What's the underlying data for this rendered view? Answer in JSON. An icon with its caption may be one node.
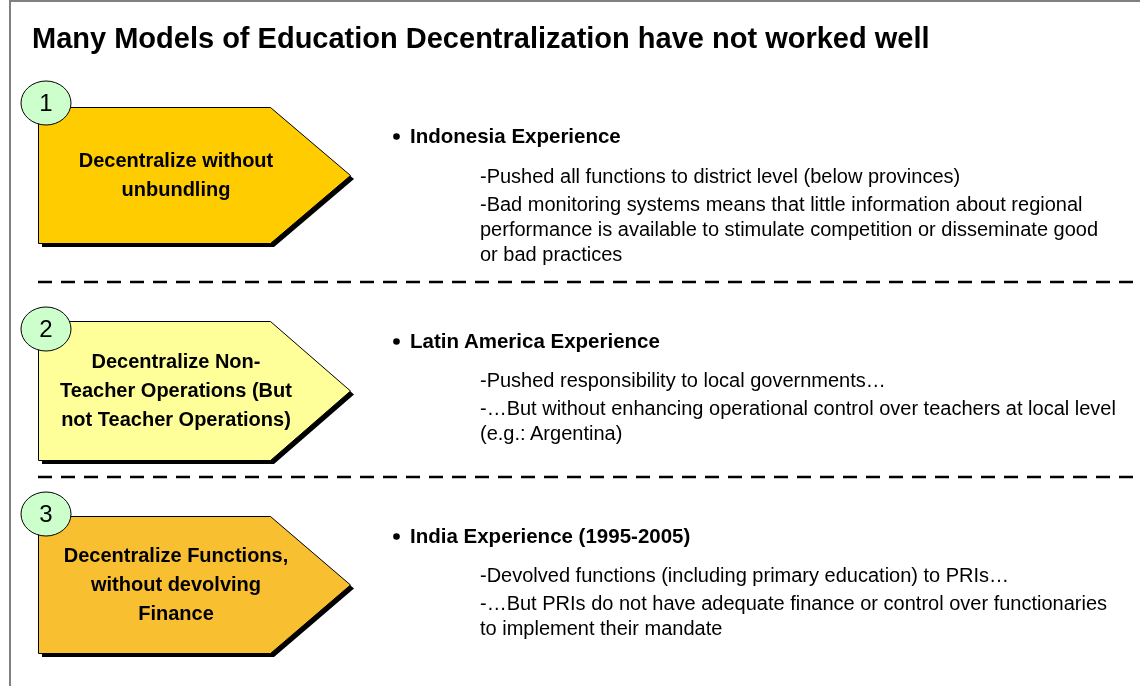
{
  "diagram": {
    "title": "Many Models of Education Decentralization have not worked well",
    "nodes": [
      {
        "text": [
          "1"
        ]
      },
      {
        "text": [
          "Decentralize without unbundling"
        ]
      },
      {
        "text": [
          "2"
        ]
      },
      {
        "text": [
          "Decentralize Non-Teacher Operations (But not Teacher Operations)"
        ]
      },
      {
        "text": [
          "3"
        ]
      },
      {
        "text": [
          "Decentralize Functions, without devolving Finance"
        ]
      }
    ],
    "labels": [
      "Indonesia Experience",
      "-Pushed all functions to district level (below provinces)",
      "-Bad monitoring systems means that little information about regional performance is available to stimulate competition or disseminate good or bad practices",
      "Latin America Experience",
      "-Pushed responsibility to local governments…",
      "-…But without enhancing operational control over teachers at local level (e.g.: Argentina)",
      "India Experience (1995-2005)",
      "-Devolved functions (including primary education) to PRIs…",
      "-…But PRIs do not have adequate finance or control over functionaries to implement their mandate"
    ]
  }
}
